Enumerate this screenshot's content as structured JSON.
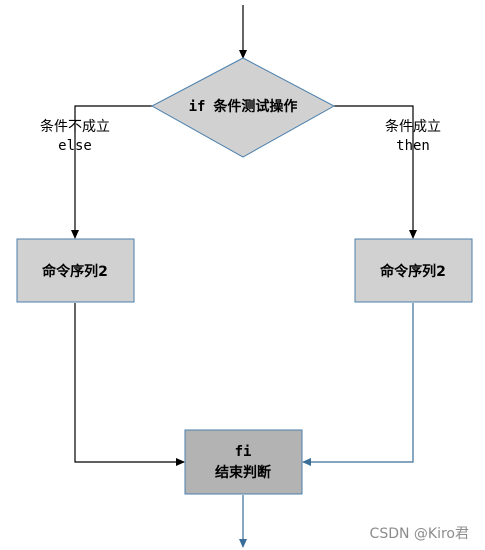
{
  "diagram": {
    "decision": {
      "keyword": "if",
      "label": "条件测试操作"
    },
    "left_branch": {
      "condition": "条件不成立",
      "keyword": "else"
    },
    "right_branch": {
      "condition": "条件成立",
      "keyword": "then"
    },
    "left_box": {
      "label": "命令序列2"
    },
    "right_box": {
      "label": "命令序列2"
    },
    "end_box": {
      "keyword": "fi",
      "label": "结束判断"
    }
  },
  "watermark": {
    "text": "CSDN @Kiro君"
  },
  "colors": {
    "shape_fill": "#d1d1d1",
    "end_fill": "#b3b3b3",
    "shape_stroke": "#4a7fad",
    "black_line": "#000000",
    "blue_line": "#3a6e99"
  }
}
